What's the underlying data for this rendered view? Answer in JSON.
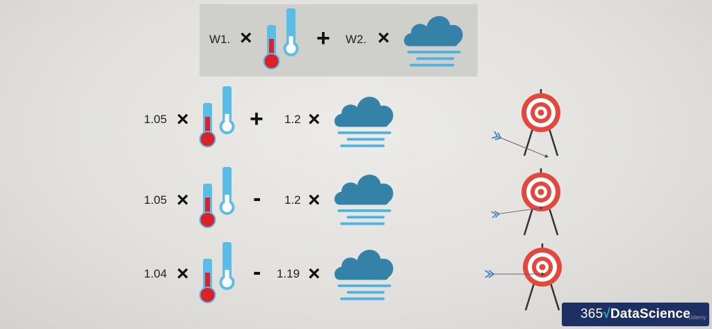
{
  "formula_top": {
    "coef1": "W1.",
    "times": "×",
    "plus": "+",
    "coef2": "W2."
  },
  "rows": [
    {
      "coef1": "1.05",
      "op": "+",
      "coef2": "1.2"
    },
    {
      "coef1": "1.05",
      "op": "-",
      "coef2": "1.2"
    },
    {
      "coef1": "1.04",
      "op": "-",
      "coef2": "1.19"
    }
  ],
  "icons": {
    "temperature": "thermometer-icon",
    "weather": "fog-cloud-icon",
    "target": "archery-target-icon",
    "arrow": "arrow-icon"
  },
  "colors": {
    "cloud": "#3482a8",
    "fog_lines": "#4fb3e2",
    "thermo_red": "#d8232a",
    "thermo_blue": "#5bbde6",
    "target_red": "#e2483d",
    "logo_bg": "#1e2f63",
    "logo_accent": "#38b2c7"
  },
  "logo": {
    "number": "365",
    "sqrt": "√",
    "brand": "DataScience"
  },
  "watermark": "Udemy"
}
